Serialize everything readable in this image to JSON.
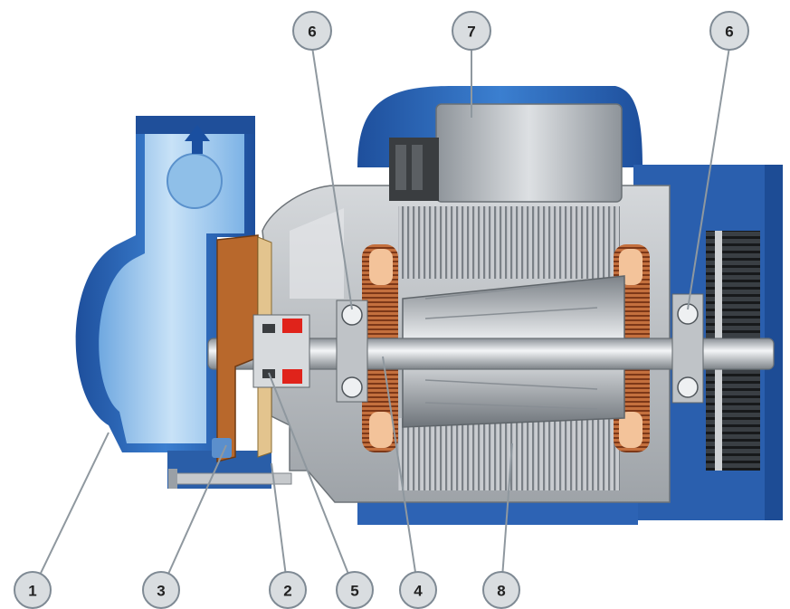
{
  "callouts": [
    {
      "id": "callout-6-left",
      "label": "6"
    },
    {
      "id": "callout-7",
      "label": "7"
    },
    {
      "id": "callout-6-right",
      "label": "6"
    },
    {
      "id": "callout-1",
      "label": "1"
    },
    {
      "id": "callout-3",
      "label": "3"
    },
    {
      "id": "callout-2",
      "label": "2"
    },
    {
      "id": "callout-5",
      "label": "5"
    },
    {
      "id": "callout-4",
      "label": "4"
    },
    {
      "id": "callout-8",
      "label": "8"
    }
  ],
  "colors": {
    "pump_body": "#2f6fc4",
    "pump_body_light": "#9cc9ef",
    "motor_casing": "#b9bcc0",
    "motor_frame": "#2e63b0",
    "impeller": "#b8682c",
    "copper_winding": "#b0562a",
    "seal": "#e0231b",
    "callout_fill": "#d9dde0",
    "callout_stroke": "#7f8a94"
  }
}
